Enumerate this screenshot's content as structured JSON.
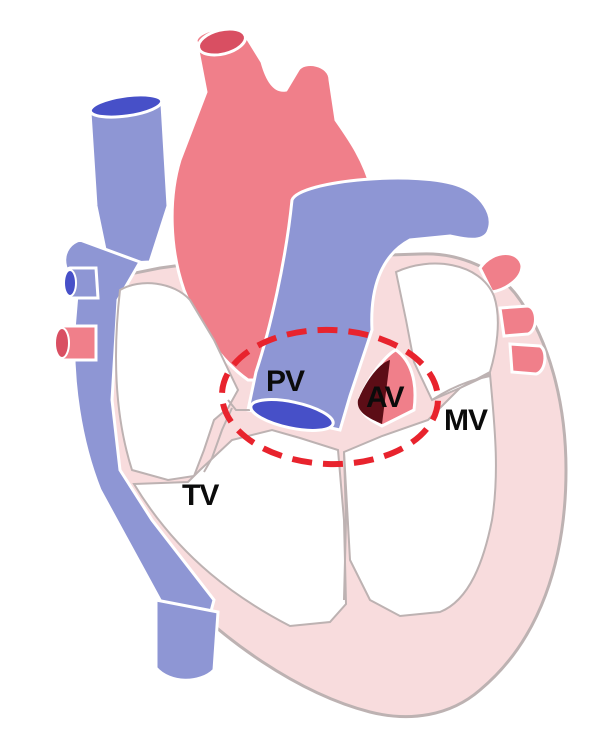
{
  "colors": {
    "background": "#ffffff",
    "deoxygenated": "#8e96d4",
    "deoxygenated_dark": "#4750c8",
    "oxygenated": "#f07f8a",
    "oxygenated_dark": "#d94f62",
    "myocardium": "#f8dcdd",
    "chamber_fill": "#ffffff",
    "outline": "#ffffff",
    "chamber_outline": "#bdb2b2",
    "highlight_ring": "#e8232d",
    "label_text": "#0b0b0b"
  },
  "labels": {
    "pulmonary_valve": "PV",
    "aortic_valve": "AV",
    "mitral_valve": "MV",
    "tricuspid_valve": "TV"
  },
  "highlight": {
    "style": "dashed-ellipse",
    "encloses": [
      "PV",
      "AV"
    ]
  }
}
